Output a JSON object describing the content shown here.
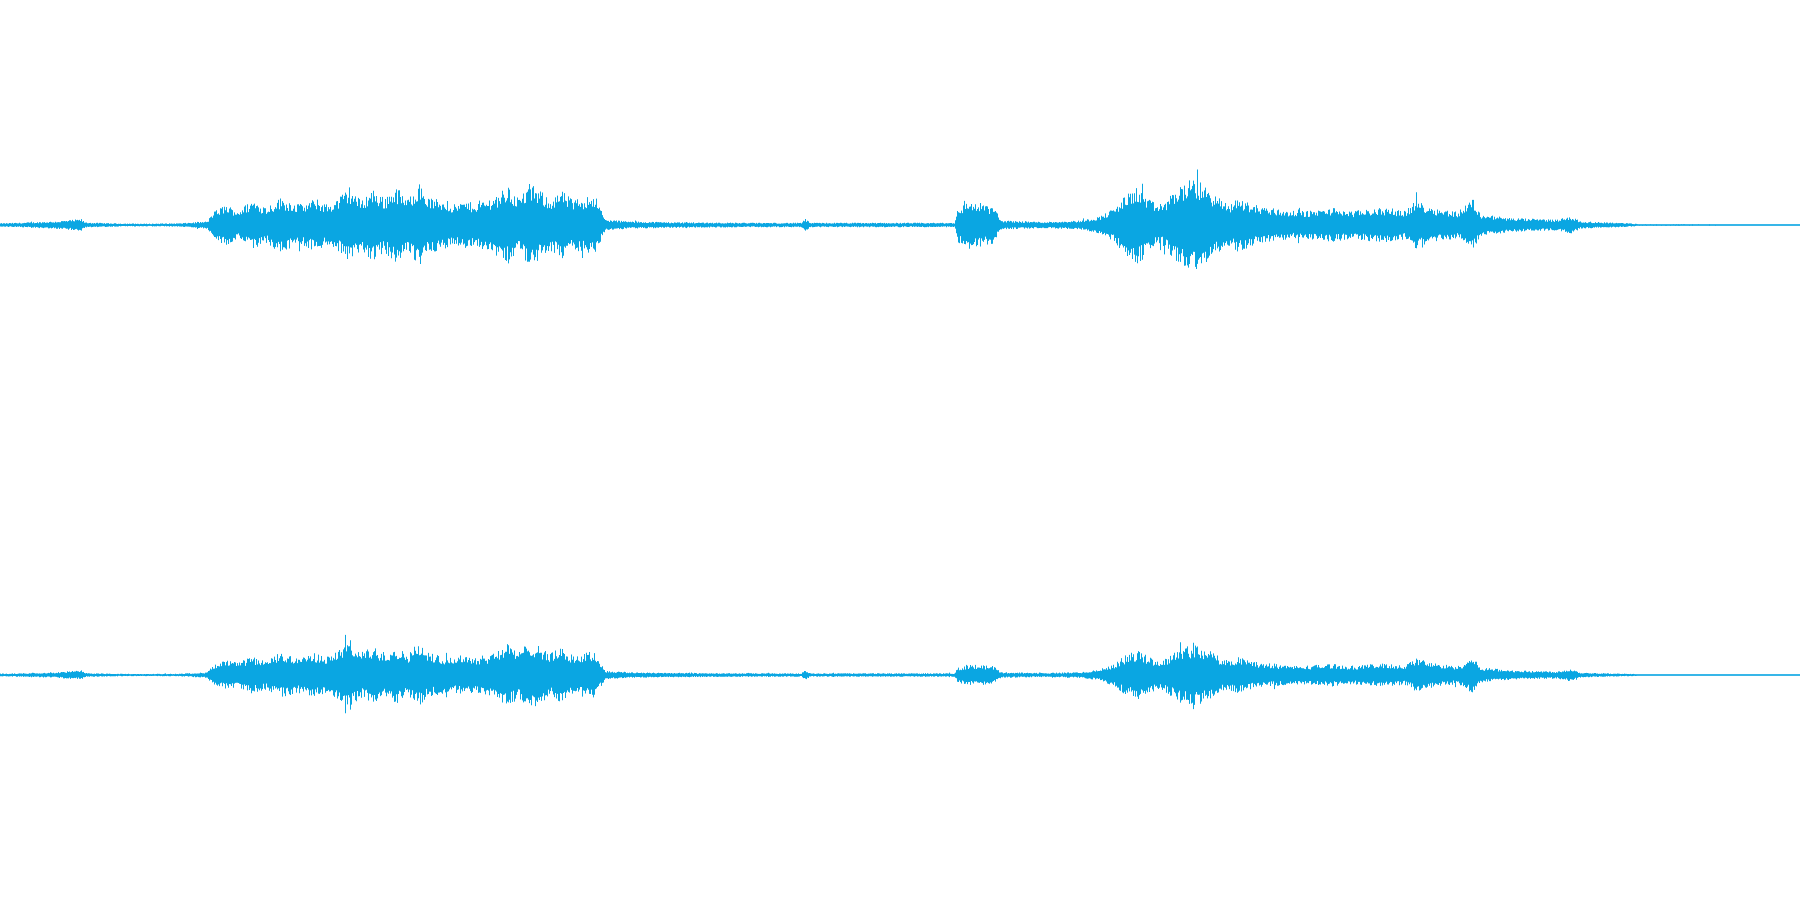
{
  "waveform": {
    "color": "#0aa6e2",
    "background": "#ffffff",
    "channels": [
      {
        "id": "channel-1",
        "envelope": [
          [
            0.0,
            0.04
          ],
          [
            0.01,
            0.05
          ],
          [
            0.03,
            0.08
          ],
          [
            0.045,
            0.13
          ],
          [
            0.047,
            0.06
          ],
          [
            0.06,
            0.04
          ],
          [
            0.08,
            0.03
          ],
          [
            0.1,
            0.04
          ],
          [
            0.115,
            0.08
          ],
          [
            0.118,
            0.28
          ],
          [
            0.125,
            0.45
          ],
          [
            0.132,
            0.32
          ],
          [
            0.14,
            0.55
          ],
          [
            0.148,
            0.4
          ],
          [
            0.155,
            0.6
          ],
          [
            0.163,
            0.5
          ],
          [
            0.168,
            0.45
          ],
          [
            0.175,
            0.58
          ],
          [
            0.182,
            0.45
          ],
          [
            0.188,
            0.6
          ],
          [
            0.194,
            0.85
          ],
          [
            0.2,
            0.55
          ],
          [
            0.207,
            0.8
          ],
          [
            0.213,
            0.6
          ],
          [
            0.22,
            0.85
          ],
          [
            0.226,
            0.55
          ],
          [
            0.232,
            0.95
          ],
          [
            0.238,
            0.6
          ],
          [
            0.245,
            0.55
          ],
          [
            0.252,
            0.45
          ],
          [
            0.258,
            0.52
          ],
          [
            0.264,
            0.48
          ],
          [
            0.27,
            0.55
          ],
          [
            0.276,
            0.68
          ],
          [
            0.282,
            0.85
          ],
          [
            0.288,
            0.6
          ],
          [
            0.294,
            0.9
          ],
          [
            0.3,
            0.75
          ],
          [
            0.306,
            0.58
          ],
          [
            0.312,
            0.75
          ],
          [
            0.318,
            0.55
          ],
          [
            0.325,
            0.62
          ],
          [
            0.33,
            0.7
          ],
          [
            0.336,
            0.12
          ],
          [
            0.35,
            0.08
          ],
          [
            0.38,
            0.06
          ],
          [
            0.42,
            0.05
          ],
          [
            0.445,
            0.05
          ],
          [
            0.447,
            0.14
          ],
          [
            0.45,
            0.05
          ],
          [
            0.5,
            0.05
          ],
          [
            0.53,
            0.05
          ],
          [
            0.532,
            0.38
          ],
          [
            0.538,
            0.52
          ],
          [
            0.545,
            0.48
          ],
          [
            0.552,
            0.4
          ],
          [
            0.556,
            0.1
          ],
          [
            0.58,
            0.07
          ],
          [
            0.6,
            0.1
          ],
          [
            0.61,
            0.18
          ],
          [
            0.618,
            0.35
          ],
          [
            0.625,
            0.65
          ],
          [
            0.632,
            0.85
          ],
          [
            0.638,
            0.55
          ],
          [
            0.645,
            0.42
          ],
          [
            0.652,
            0.75
          ],
          [
            0.658,
            0.95
          ],
          [
            0.664,
            1.0
          ],
          [
            0.67,
            0.85
          ],
          [
            0.676,
            0.62
          ],
          [
            0.682,
            0.45
          ],
          [
            0.688,
            0.6
          ],
          [
            0.694,
            0.48
          ],
          [
            0.7,
            0.42
          ],
          [
            0.71,
            0.35
          ],
          [
            0.72,
            0.3
          ],
          [
            0.73,
            0.32
          ],
          [
            0.74,
            0.38
          ],
          [
            0.75,
            0.3
          ],
          [
            0.76,
            0.35
          ],
          [
            0.77,
            0.38
          ],
          [
            0.78,
            0.32
          ],
          [
            0.787,
            0.55
          ],
          [
            0.792,
            0.45
          ],
          [
            0.8,
            0.35
          ],
          [
            0.81,
            0.3
          ],
          [
            0.818,
            0.6
          ],
          [
            0.822,
            0.25
          ],
          [
            0.83,
            0.2
          ],
          [
            0.84,
            0.15
          ],
          [
            0.85,
            0.14
          ],
          [
            0.865,
            0.12
          ],
          [
            0.872,
            0.2
          ],
          [
            0.878,
            0.08
          ],
          [
            0.9,
            0.05
          ],
          [
            0.908,
            0.03
          ],
          [
            0.91,
            0.02
          ],
          [
            0.925,
            0.02
          ],
          [
            1.0,
            0.015
          ]
        ]
      },
      {
        "id": "channel-2",
        "envelope": [
          [
            0.0,
            0.04
          ],
          [
            0.01,
            0.05
          ],
          [
            0.03,
            0.08
          ],
          [
            0.045,
            0.13
          ],
          [
            0.047,
            0.06
          ],
          [
            0.06,
            0.04
          ],
          [
            0.08,
            0.03
          ],
          [
            0.1,
            0.04
          ],
          [
            0.115,
            0.08
          ],
          [
            0.118,
            0.26
          ],
          [
            0.125,
            0.42
          ],
          [
            0.132,
            0.35
          ],
          [
            0.14,
            0.52
          ],
          [
            0.148,
            0.4
          ],
          [
            0.155,
            0.62
          ],
          [
            0.163,
            0.55
          ],
          [
            0.168,
            0.5
          ],
          [
            0.175,
            0.62
          ],
          [
            0.182,
            0.52
          ],
          [
            0.188,
            0.72
          ],
          [
            0.194,
            1.0
          ],
          [
            0.2,
            0.62
          ],
          [
            0.207,
            0.8
          ],
          [
            0.213,
            0.65
          ],
          [
            0.22,
            0.8
          ],
          [
            0.226,
            0.58
          ],
          [
            0.232,
            0.92
          ],
          [
            0.238,
            0.62
          ],
          [
            0.245,
            0.55
          ],
          [
            0.252,
            0.5
          ],
          [
            0.258,
            0.58
          ],
          [
            0.264,
            0.52
          ],
          [
            0.27,
            0.55
          ],
          [
            0.276,
            0.72
          ],
          [
            0.282,
            0.88
          ],
          [
            0.288,
            0.65
          ],
          [
            0.294,
            0.95
          ],
          [
            0.3,
            0.8
          ],
          [
            0.306,
            0.62
          ],
          [
            0.312,
            0.78
          ],
          [
            0.318,
            0.55
          ],
          [
            0.325,
            0.62
          ],
          [
            0.33,
            0.68
          ],
          [
            0.336,
            0.12
          ],
          [
            0.35,
            0.08
          ],
          [
            0.38,
            0.06
          ],
          [
            0.42,
            0.05
          ],
          [
            0.445,
            0.05
          ],
          [
            0.447,
            0.14
          ],
          [
            0.45,
            0.05
          ],
          [
            0.5,
            0.05
          ],
          [
            0.53,
            0.05
          ],
          [
            0.532,
            0.22
          ],
          [
            0.538,
            0.3
          ],
          [
            0.545,
            0.28
          ],
          [
            0.552,
            0.25
          ],
          [
            0.556,
            0.08
          ],
          [
            0.58,
            0.06
          ],
          [
            0.6,
            0.08
          ],
          [
            0.61,
            0.15
          ],
          [
            0.618,
            0.3
          ],
          [
            0.625,
            0.55
          ],
          [
            0.632,
            0.7
          ],
          [
            0.638,
            0.5
          ],
          [
            0.645,
            0.4
          ],
          [
            0.652,
            0.65
          ],
          [
            0.658,
            0.8
          ],
          [
            0.664,
            0.85
          ],
          [
            0.67,
            0.75
          ],
          [
            0.676,
            0.55
          ],
          [
            0.682,
            0.4
          ],
          [
            0.688,
            0.55
          ],
          [
            0.694,
            0.4
          ],
          [
            0.7,
            0.35
          ],
          [
            0.71,
            0.3
          ],
          [
            0.72,
            0.26
          ],
          [
            0.73,
            0.28
          ],
          [
            0.74,
            0.32
          ],
          [
            0.75,
            0.26
          ],
          [
            0.76,
            0.3
          ],
          [
            0.77,
            0.32
          ],
          [
            0.78,
            0.28
          ],
          [
            0.787,
            0.48
          ],
          [
            0.792,
            0.4
          ],
          [
            0.8,
            0.3
          ],
          [
            0.81,
            0.26
          ],
          [
            0.818,
            0.52
          ],
          [
            0.822,
            0.22
          ],
          [
            0.83,
            0.18
          ],
          [
            0.84,
            0.13
          ],
          [
            0.85,
            0.12
          ],
          [
            0.865,
            0.1
          ],
          [
            0.872,
            0.18
          ],
          [
            0.878,
            0.07
          ],
          [
            0.9,
            0.04
          ],
          [
            0.908,
            0.03
          ],
          [
            0.91,
            0.02
          ],
          [
            0.925,
            0.02
          ],
          [
            1.0,
            0.015
          ]
        ]
      }
    ]
  }
}
